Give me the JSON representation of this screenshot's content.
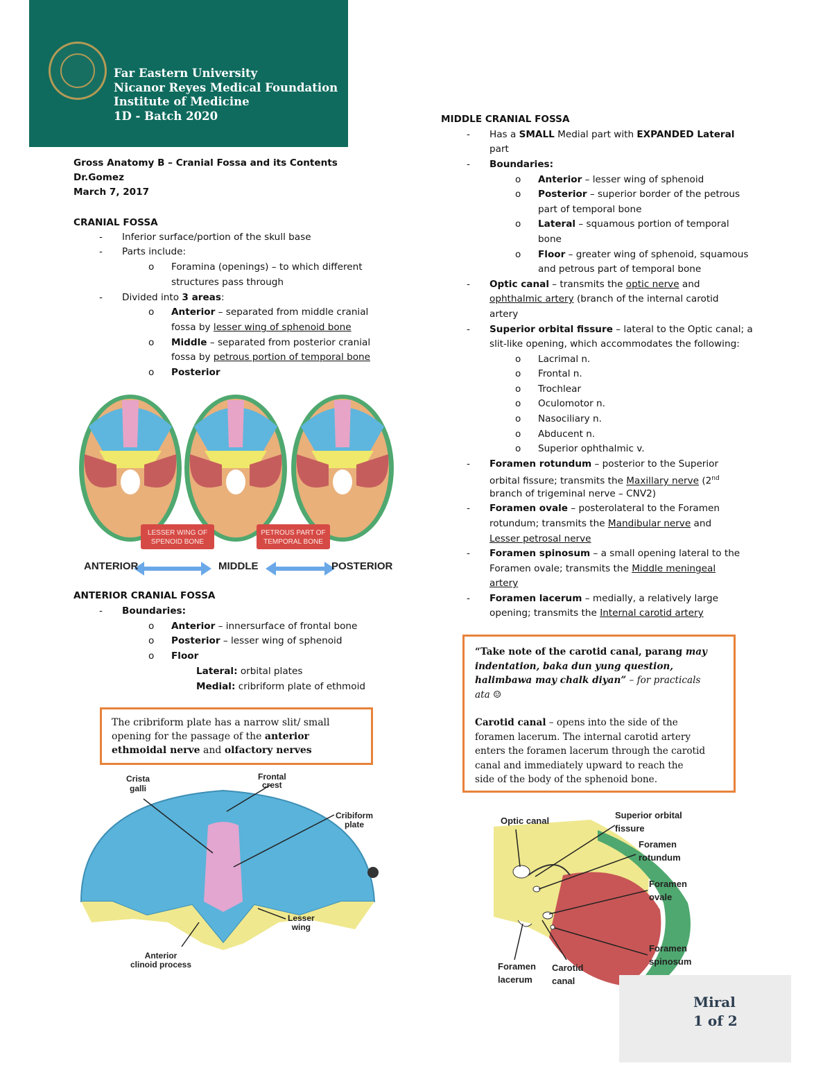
{
  "header": {
    "line1": "Far Eastern University",
    "line2": "Nicanor Reyes Medical Foundation",
    "line3": "Institute of Medicine",
    "line4": "1D - Batch 2020",
    "brand_color": "#0f6b5e",
    "seal_icon": "seal-icon"
  },
  "doc_info": {
    "title": "Gross Anatomy B – Cranial Fossa and its Contents",
    "doctor": "Dr.Gomez",
    "date": "March 7, 2017"
  },
  "cranial_fossa": {
    "heading": "CRANIAL FOSSA",
    "item1": "Inferior surface/portion of the skull base",
    "item2": "Parts include:",
    "sub1a": "Foramina (openings) – to which different",
    "sub1b": "structures pass through",
    "item3a": "Divided into ",
    "item3b": "3 areas",
    "item3c": ":",
    "a_label": "Anterior",
    "a_text1": " – separated from middle cranial",
    "a_text2a": "fossa by ",
    "a_text2b": "lesser wing of sphenoid bone",
    "m_label": "Middle",
    "m_text1": " – separated from posterior cranial",
    "m_text2a": "fossa by ",
    "m_text2b": "petrous portion of temporal bone",
    "p_label": "Posterior"
  },
  "figure1": {
    "tag1a": "LESSER WING OF",
    "tag1b": "SPENOID BONE",
    "tag2a": "PETROUS PART OF",
    "tag2b": "TEMPORAL BONE",
    "label_anterior": "ANTERIOR",
    "label_middle": "MIDDLE",
    "label_posterior": "POSTERIOR"
  },
  "anterior_fossa": {
    "heading": "ANTERIOR CRANIAL FOSSA",
    "boundaries": "Boundaries:",
    "ant_label": "Anterior",
    "ant_text": " – innersurface of frontal bone",
    "post_label": "Posterior",
    "post_text": " – lesser wing of sphenoid",
    "floor_label": "Floor",
    "lateral_label": "Lateral:",
    "lateral_text": " orbital plates",
    "medial_label": "Medial:",
    "medial_text": " cribriform plate of ethmoid"
  },
  "note1": {
    "line1": "The cribriform plate has a narrow slit/ small",
    "line2a": "opening for the passage of the ",
    "line2b": "anterior",
    "line3a": "ethmoidal nerve",
    "line3b": " and ",
    "line3c": "olfactory nerves"
  },
  "figure2": {
    "crista1": "Crista",
    "crista2": "galli",
    "frontal1": "Frontal",
    "frontal2": "crest",
    "cribi1": "Cribiform",
    "cribi2": "plate",
    "lesser1": "Lesser",
    "lesser2": "wing",
    "clinoid1": "Anterior",
    "clinoid2": "clinoid process"
  },
  "middle_fossa": {
    "heading": "MIDDLE CRANIAL FOSSA",
    "l1a": "Has a ",
    "l1b": "SMALL",
    "l1c": " Medial part with ",
    "l1d": "EXPANDED Lateral",
    "l1e": "part",
    "boundaries": "Boundaries:",
    "ant_label": "Anterior",
    "ant_text": " – lesser wing of sphenoid",
    "post_label": "Posterior",
    "post_text": " – superior border of the petrous",
    "post_text2": "part of temporal bone",
    "lat_label": "Lateral",
    "lat_text": " – squamous portion of temporal",
    "lat_text2": "bone",
    "floor_label": "Floor",
    "floor_text": " – greater wing of sphenoid, squamous",
    "floor_text2": "and petrous part of temporal bone",
    "optic_label": "Optic canal",
    "optic_t1": " – transmits the ",
    "optic_t2": "optic nerve",
    "optic_t3": " and",
    "optic_t4": "ophthalmic artery",
    "optic_t5": " (branch of the internal carotid",
    "optic_t6": "artery",
    "sof_label": "Superior orbital fissure",
    "sof_t1": " – lateral to the Optic canal; a",
    "sof_t2": "slit-like opening, which accommodates the following:",
    "nerves": [
      "Lacrimal n.",
      "Frontal n.",
      "Trochlear",
      "Oculomotor n.",
      "Nasociliary n.",
      "Abducent n.",
      "Superior ophthalmic v."
    ],
    "rot_label": "Foramen rotundum",
    "rot_t1": " – posterior to the Superior",
    "rot_t2a": "orbital fissure; transmits the ",
    "rot_t2b": "Maxillary nerve",
    "rot_t2c": " (2",
    "rot_t2d": "nd",
    "rot_t3": "branch of trigeminal nerve – CNV2)",
    "ov_label": "Foramen ovale",
    "ov_t1": " – posterolateral to the Foramen",
    "ov_t2a": "rotundum; transmits the ",
    "ov_t2b": "Mandibular nerve",
    "ov_t2c": " and",
    "ov_t3": "Lesser petrosal nerve",
    "sp_label": "Foramen spinosum",
    "sp_t1": " – a small opening lateral to the",
    "sp_t2a": "Foramen ovale; transmits the ",
    "sp_t2b": "Middle meningeal",
    "sp_t3": "artery",
    "lac_label": "Foramen lacerum",
    "lac_t1": " – medially, a relatively large",
    "lac_t2a": "opening; transmits the ",
    "lac_t2b": "Internal carotid artery"
  },
  "note2": {
    "q1a": "“Take note of the carotid canal, parang ",
    "q1b": "may",
    "q2": "indentation, baka dun yung question,",
    "q3a": "halimbawa may chalk diyan”",
    "q3b": " – for practicals",
    "q4": "ata ☺",
    "c1a": "Carotid canal",
    "c1b": " – opens into the side of the",
    "c2": "foramen lacerum. The internal carotid artery",
    "c3": "enters the foramen lacerum through the carotid",
    "c4": "canal and immediately upward to reach the",
    "c5": "side of the body of the sphenoid bone."
  },
  "figure3": {
    "optic": "Optic canal",
    "sof1": "Superior orbital",
    "sof2": "fissure",
    "rot1": "Foramen",
    "rot2": "rotundum",
    "ov1": "Foramen",
    "ov2": "ovale",
    "sp1": "Foramen",
    "sp2": "spinosum",
    "lac1": "Foramen",
    "lac2": "lacerum",
    "car1": "Carotid",
    "car2": "canal"
  },
  "footer": {
    "name": "Miral",
    "page": "1 of 2"
  }
}
